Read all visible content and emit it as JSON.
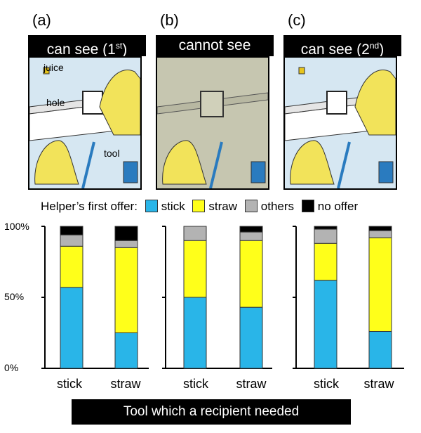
{
  "panels": [
    {
      "letter": "(a)",
      "title": "can see (1",
      "sup": "st",
      "title_end": ")"
    },
    {
      "letter": "(b)",
      "title": "cannot see",
      "sup": "",
      "title_end": ""
    },
    {
      "letter": "(c)",
      "title": "can see (2",
      "sup": "nd",
      "title_end": ")"
    }
  ],
  "scene_labels": {
    "juice": "juice",
    "hole": "hole",
    "tool": "tool"
  },
  "legend": {
    "title": "Helper’s first offer:",
    "items": [
      {
        "label": "stick",
        "color": "#29b5e8"
      },
      {
        "label": "straw",
        "color": "#ffff1a"
      },
      {
        "label": "others",
        "color": "#b3b3b3"
      },
      {
        "label": "no offer",
        "color": "#000000"
      }
    ]
  },
  "footer": "Tool which a recipient needed",
  "chart_data": [
    {
      "type": "bar",
      "stacked": true,
      "panel": "(a)",
      "categories": [
        "stick",
        "straw"
      ],
      "yticks": [
        "0%",
        "50%",
        "100%"
      ],
      "ylim": [
        0,
        100
      ],
      "series": [
        {
          "name": "stick",
          "values": [
            57,
            25
          ]
        },
        {
          "name": "straw",
          "values": [
            29,
            60
          ]
        },
        {
          "name": "others",
          "values": [
            8,
            5
          ]
        },
        {
          "name": "no offer",
          "values": [
            6,
            10
          ]
        }
      ]
    },
    {
      "type": "bar",
      "stacked": true,
      "panel": "(b)",
      "categories": [
        "stick",
        "straw"
      ],
      "ylim": [
        0,
        100
      ],
      "series": [
        {
          "name": "stick",
          "values": [
            50,
            43
          ]
        },
        {
          "name": "straw",
          "values": [
            40,
            47
          ]
        },
        {
          "name": "others",
          "values": [
            10,
            6
          ]
        },
        {
          "name": "no offer",
          "values": [
            0,
            4
          ]
        }
      ]
    },
    {
      "type": "bar",
      "stacked": true,
      "panel": "(c)",
      "categories": [
        "stick",
        "straw"
      ],
      "ylim": [
        0,
        100
      ],
      "series": [
        {
          "name": "stick",
          "values": [
            62,
            26
          ]
        },
        {
          "name": "straw",
          "values": [
            26,
            66
          ]
        },
        {
          "name": "others",
          "values": [
            10,
            5
          ]
        },
        {
          "name": "no offer",
          "values": [
            2,
            3
          ]
        }
      ]
    }
  ]
}
